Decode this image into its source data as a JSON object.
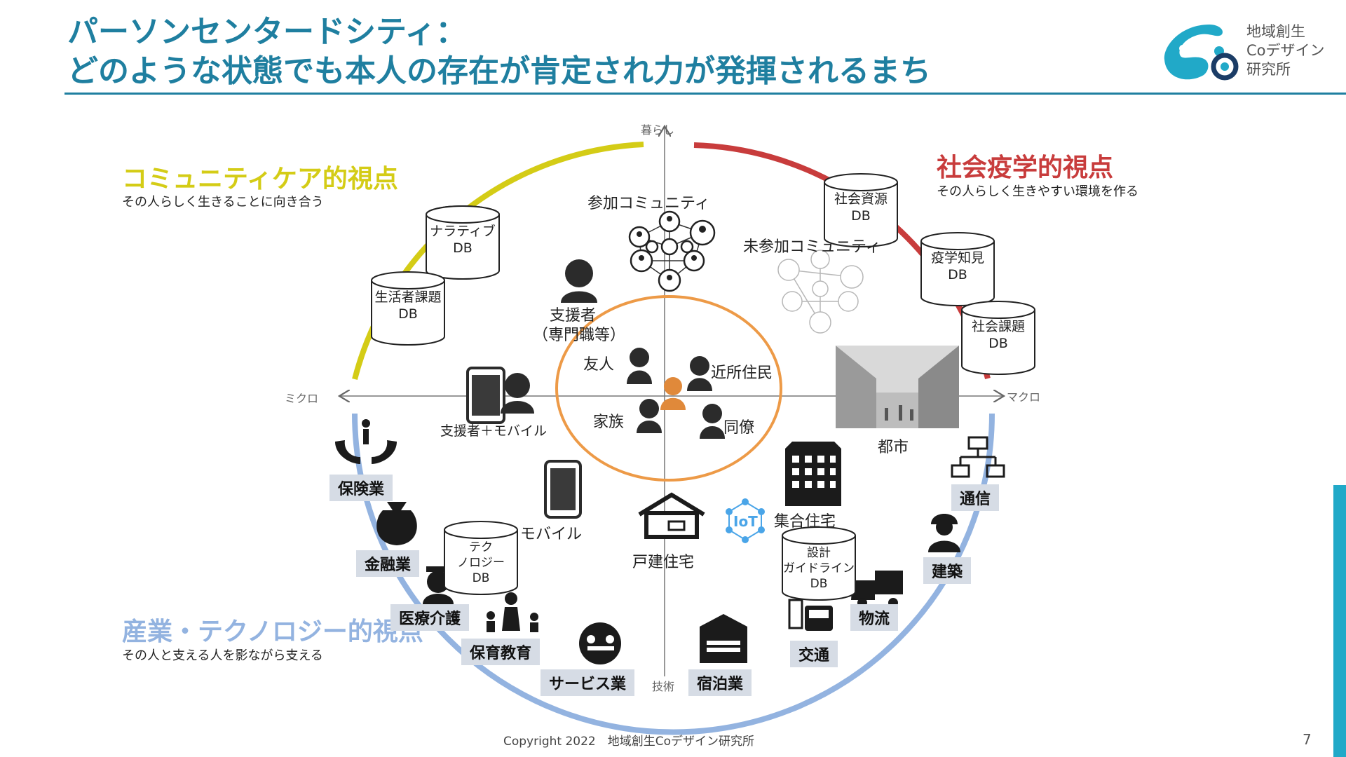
{
  "title": {
    "line1": "パーソンセンタードシティ：",
    "line2": "どのような状態でも本人の存在が肯定され力が発揮されるまち"
  },
  "logo": {
    "line1": "地域創生",
    "line2": "Coデザイン",
    "line3": "研究所",
    "color": "#21a9c8"
  },
  "axes": {
    "top": "暮らし",
    "bottom": "技術",
    "left": "ミクロ",
    "right": "マクロ"
  },
  "perspectives": {
    "community": {
      "title": "コミュニティケア的視点",
      "sub": "その人らしく生きることに向き合う",
      "color": "#d4cc16"
    },
    "social": {
      "title": "社会疫学的視点",
      "sub": "その人らしく生きやすい環境を作る",
      "color": "#c83c3c"
    },
    "industry": {
      "title": "産業・テクノロジー的視点",
      "sub": "その人と支える人を影ながら支える",
      "color": "#93b3e0"
    }
  },
  "databases": [
    {
      "line1": "ナラティブ",
      "line2": "DB"
    },
    {
      "line1": "生活者課題",
      "line2": "DB"
    },
    {
      "line1": "社会資源",
      "line2": "DB"
    },
    {
      "line1": "疫学知見",
      "line2": "DB"
    },
    {
      "line1": "社会課題",
      "line2": "DB"
    },
    {
      "line1": "テク",
      "line2": "ノロジー",
      "line3": "DB"
    },
    {
      "line1": "設計",
      "line2": "ガイドライン",
      "line3": "DB"
    }
  ],
  "labels": {
    "participating": "参加コミュニティ",
    "non_participating": "未参加コミュニティ",
    "supporter": "支援者",
    "supporter_sub": "（専門職等）",
    "friend": "友人",
    "neighbor": "近所住民",
    "family": "家族",
    "colleague": "同僚",
    "supporter_mobile": "支援者＋モバイル",
    "mobile": "モバイル",
    "house": "戸建住宅",
    "apartment": "集合住宅",
    "city": "都市",
    "iot": "IoT"
  },
  "industries": {
    "insurance": "保険業",
    "finance": "金融業",
    "medical": "医療介護",
    "childcare": "保育教育",
    "service": "サービス業",
    "lodging": "宿泊業",
    "traffic": "交通",
    "logistics": "物流",
    "construction": "建築",
    "telecom": "通信"
  },
  "footer": {
    "copyright": "Copyright 2022　地域創生Coデザイン研究所",
    "page": "7"
  },
  "colors": {
    "title": "#1f7fa0",
    "center_circle": "#ed9a47",
    "self_person": "#e0893a",
    "people": "#2b2b2b",
    "industry_bg": "#d6dce5",
    "iot": "#4aa5e8"
  }
}
